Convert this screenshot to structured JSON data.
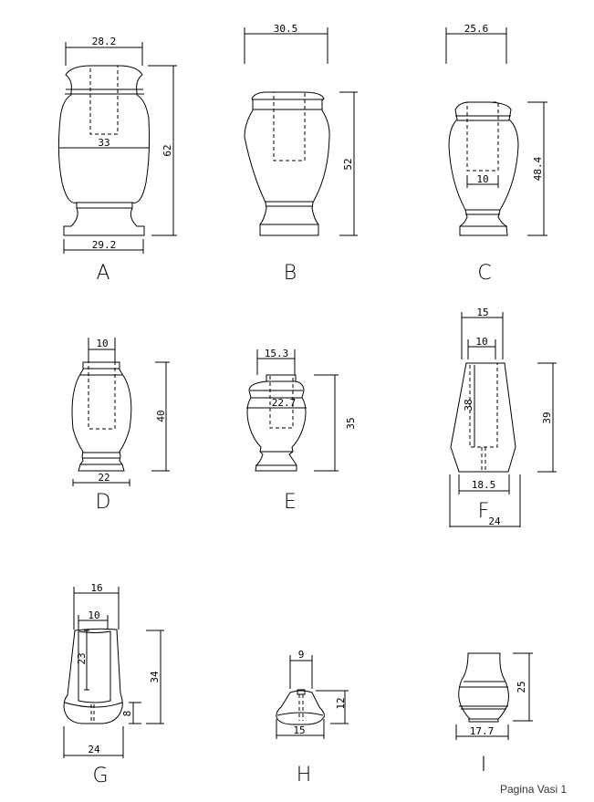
{
  "page": {
    "footer": "Pagina Vasi 1"
  },
  "vases": {
    "A": {
      "label": "A",
      "top_width": "28.2",
      "max_width": "33",
      "height": "62",
      "base_width": "29.2"
    },
    "B": {
      "label": "B",
      "top_width": "30.5",
      "height": "52"
    },
    "C": {
      "label": "C",
      "top_width": "25.6",
      "hole_width": "10",
      "height": "48.4"
    },
    "D": {
      "label": "D",
      "hole_width": "10",
      "height": "40",
      "base_width": "22"
    },
    "E": {
      "label": "E",
      "top_width": "15.3",
      "max_width": "22.7",
      "height": "35"
    },
    "F": {
      "label": "F",
      "top_width": "15",
      "hole_width": "10",
      "hole_depth": "38",
      "height": "39",
      "bottom_width": "18.5",
      "max_width": "24"
    },
    "G": {
      "label": "G",
      "top_width": "16",
      "hole_width": "10",
      "hole_depth": "23",
      "height": "34",
      "foot_height": "8",
      "max_width": "24"
    },
    "H": {
      "label": "H",
      "top_width": "9",
      "height": "12",
      "base_width": "15"
    },
    "I": {
      "label": "I",
      "height": "25",
      "max_width": "17.7"
    }
  }
}
